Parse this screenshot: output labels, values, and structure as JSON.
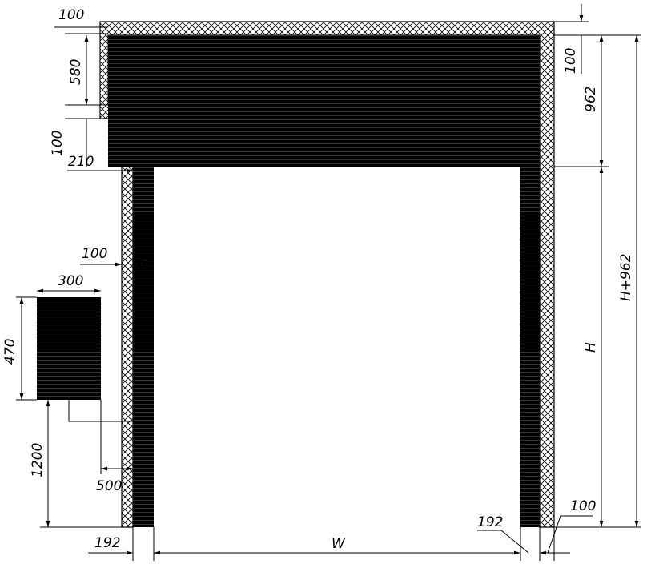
{
  "labels": {
    "top_wall_thickness": "100",
    "box_height": "580",
    "box_step": "100",
    "box_offset": "210",
    "wall_thickness_right": "100",
    "top_section_height": "962",
    "side_thickness_mid": "100",
    "unit_width": "300",
    "unit_height": "470",
    "mount_height": "1200",
    "unit_offset": "500",
    "left_guide": "192",
    "opening_width": "W",
    "right_guide": "192",
    "right_wall_bottom": "100",
    "opening_height": "H",
    "total_height": "H+962",
    "marker": "Δ"
  },
  "colors": {
    "ink": "#000000",
    "background": "#ffffff"
  }
}
